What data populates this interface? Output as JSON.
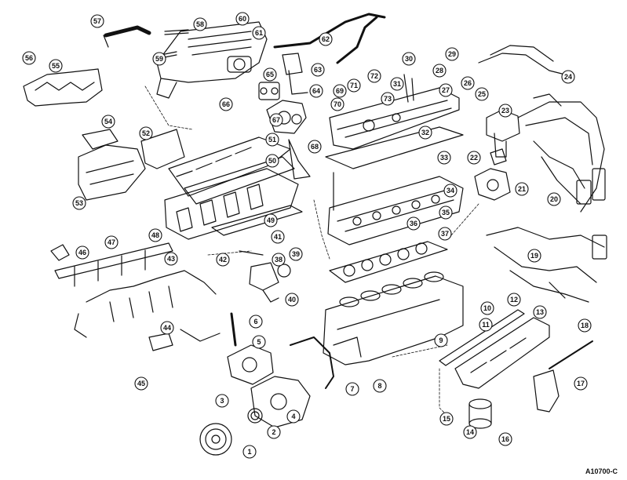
{
  "drawing_id": "A10700-C",
  "callouts": [
    "1",
    "2",
    "3",
    "4",
    "5",
    "6",
    "7",
    "8",
    "9",
    "10",
    "11",
    "12",
    "13",
    "14",
    "15",
    "16",
    "17",
    "18",
    "19",
    "20",
    "21",
    "22",
    "23",
    "24",
    "25",
    "26",
    "27",
    "28",
    "29",
    "30",
    "31",
    "32",
    "33",
    "34",
    "35",
    "36",
    "37",
    "38",
    "39",
    "40",
    "41",
    "42",
    "43",
    "44",
    "45",
    "46",
    "47",
    "48",
    "49",
    "50",
    "51",
    "52",
    "53",
    "54",
    "55",
    "56",
    "57",
    "58",
    "59",
    "60",
    "61",
    "62",
    "63",
    "64",
    "65",
    "66",
    "67",
    "68",
    "69",
    "70",
    "71",
    "72",
    "73"
  ]
}
